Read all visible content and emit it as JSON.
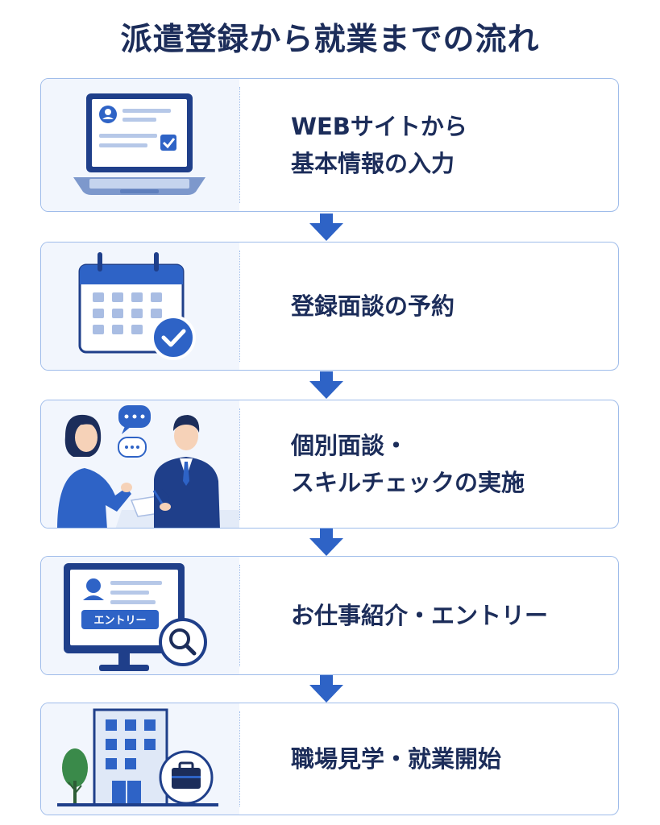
{
  "title": "派遣登録から就業までの流れ",
  "colors": {
    "navy": "#1c2d5a",
    "accent_blue": "#2e63c6",
    "card_border": "#9fbcea",
    "icon_panel_bg": "#f2f6fd",
    "tree_green": "#3a8a4a"
  },
  "steps": [
    {
      "id": "web-input",
      "icon": "laptop-profile-icon",
      "lines": [
        "WEBサイトから",
        "基本情報の入力"
      ]
    },
    {
      "id": "interview-reservation",
      "icon": "calendar-check-icon",
      "lines": [
        "登録面談の予約"
      ]
    },
    {
      "id": "skill-check",
      "icon": "interview-people-icon",
      "lines": [
        "個別面談・",
        "スキルチェックの実施"
      ]
    },
    {
      "id": "job-entry",
      "icon": "monitor-search-icon",
      "lines": [
        "お仕事紹介・エントリー"
      ],
      "button_text": "エントリー"
    },
    {
      "id": "start-work",
      "icon": "office-building-briefcase-icon",
      "lines": [
        "職場見学・就業開始"
      ]
    }
  ]
}
